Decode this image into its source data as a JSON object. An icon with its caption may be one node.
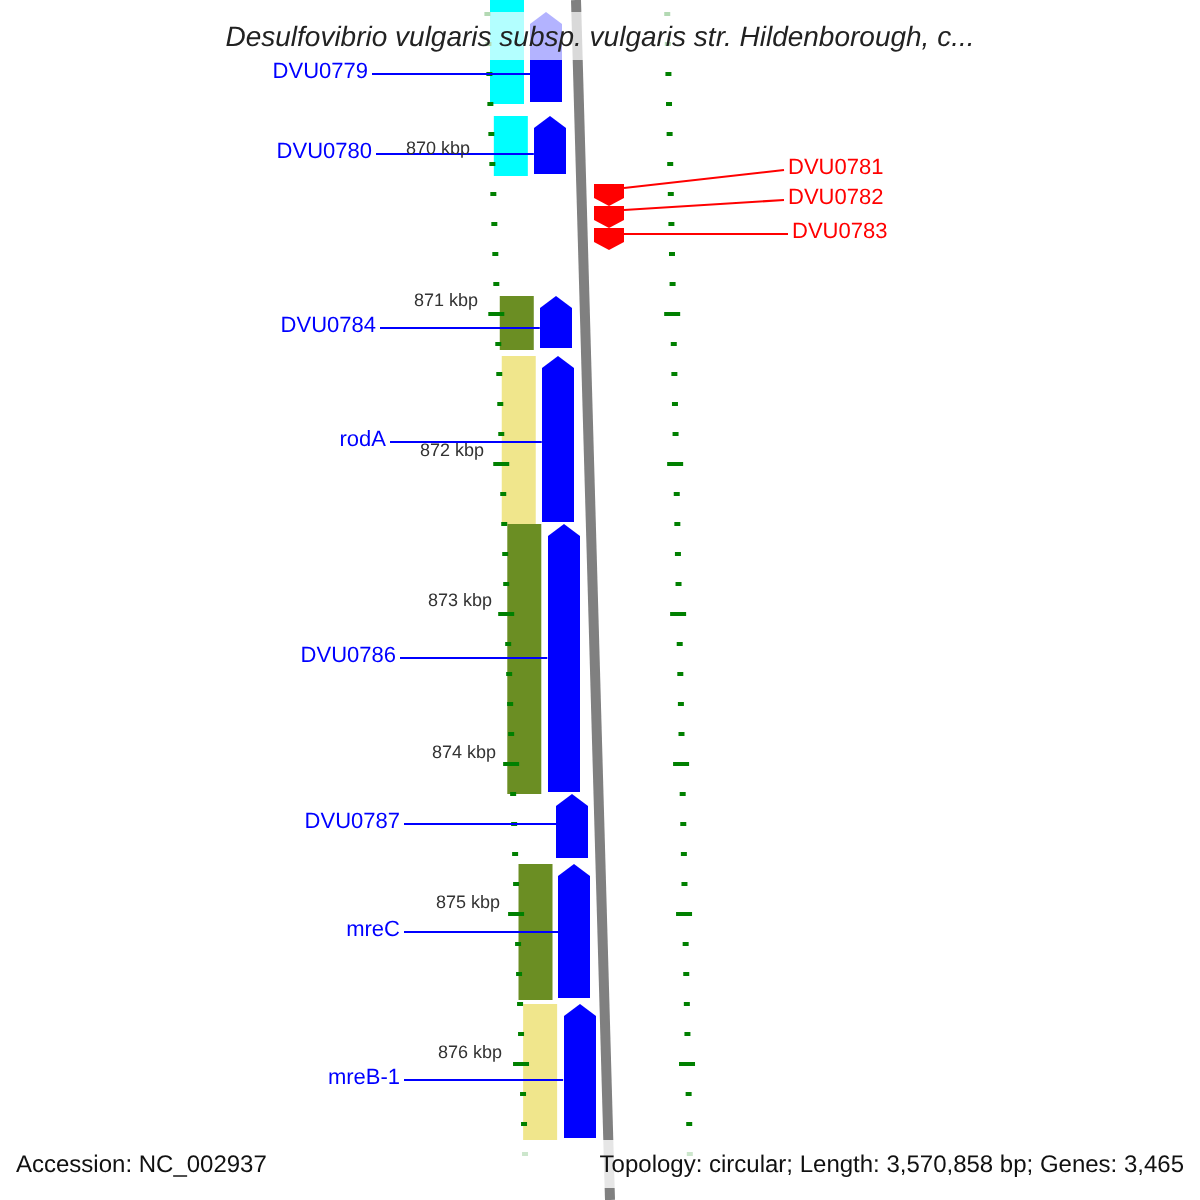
{
  "diagram": {
    "title": "Desulfovibrio vulgaris subsp. vulgaris str. Hildenborough, c...",
    "nodes": [
      {
        "text": [
          "DVU0779"
        ]
      },
      {
        "text": [
          "DVU0780"
        ]
      },
      {
        "text": [
          "DVU0781"
        ]
      },
      {
        "text": [
          "DVU0782"
        ]
      },
      {
        "text": [
          "DVU0783"
        ]
      },
      {
        "text": [
          "DVU0784"
        ]
      },
      {
        "text": [
          "rodA"
        ]
      },
      {
        "text": [
          "DVU0786"
        ]
      },
      {
        "text": [
          "DVU0787"
        ]
      },
      {
        "text": [
          "mreC"
        ]
      },
      {
        "text": [
          "mreB-1"
        ]
      },
      {
        "text": [],
        "shape": "bar"
      },
      {
        "text": [],
        "shape": "bar"
      },
      {
        "text": [],
        "shape": "bar"
      },
      {
        "text": [],
        "shape": "bar"
      },
      {
        "text": [],
        "shape": "bar"
      },
      {
        "text": [],
        "shape": "bar"
      },
      {
        "text": [],
        "shape": "bar"
      },
      {
        "text": [],
        "shape": "bar"
      },
      {
        "text": [],
        "shape": "bar"
      },
      {
        "text": [],
        "shape": "bar"
      },
      {
        "text": [],
        "shape": "bar"
      }
    ],
    "edges": [
      {
        "from": 0,
        "to": 11,
        "arrow": "none"
      },
      {
        "from": 1,
        "to": 12,
        "arrow": "none"
      },
      {
        "from": 2,
        "to": 19,
        "arrow": "none",
        "color": "#ff0000"
      },
      {
        "from": 3,
        "to": 20,
        "arrow": "none",
        "color": "#ff0000"
      },
      {
        "from": 4,
        "to": 21,
        "arrow": "none",
        "color": "#ff0000"
      },
      {
        "from": 5,
        "to": 13,
        "arrow": "none"
      },
      {
        "from": 6,
        "to": 14,
        "arrow": "none"
      },
      {
        "from": 7,
        "to": 15,
        "arrow": "none"
      },
      {
        "from": 8,
        "to": 16,
        "arrow": "none"
      },
      {
        "from": 9,
        "to": 17,
        "arrow": "none"
      },
      {
        "from": 10,
        "to": 18,
        "arrow": "none"
      }
    ],
    "labels": [
      "870 kbp",
      "871 kbp",
      "872 kbp",
      "873 kbp",
      "874 kbp",
      "875 kbp",
      "876 kbp",
      "Accession: NC_002937",
      "Topology: circular; Length: 3,570,858 bp; Genes: 3,465"
    ]
  }
}
